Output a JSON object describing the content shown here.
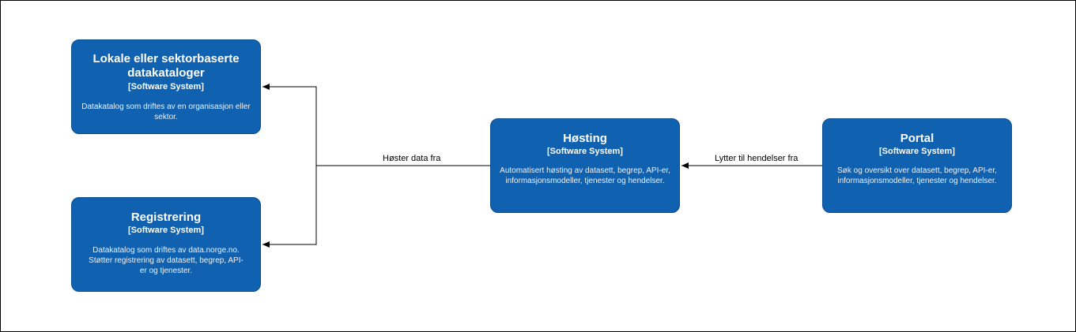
{
  "nodes": {
    "lokale": {
      "title": "Lokale eller sektorbaserte datakataloger",
      "type": "[Software System]",
      "description": "Datakatalog som driftes av en organisasjon eller sektor."
    },
    "registrering": {
      "title": "Registrering",
      "type": "[Software System]",
      "description": "Datakatalog som driftes av data.norge.no. Støtter registrering av datasett, begrep, API-er og tjenester."
    },
    "hosting": {
      "title": "Høsting",
      "type": "[Software System]",
      "description": "Automatisert høsting av datasett, begrep, API-er, informasjonsmodeller, tjenester og hendelser."
    },
    "portal": {
      "title": "Portal",
      "type": "[Software System]",
      "description": "Søk og oversikt over datasett, begrep, API-er, informasjonsmodeller, tjenester og hendelser."
    }
  },
  "edges": {
    "harvest_label": "Høster data fra",
    "listen_label": "Lytter til hendelser fra"
  },
  "colors": {
    "node_fill": "#1061b0",
    "node_border": "#0d4e8e",
    "edge": "#000000"
  }
}
